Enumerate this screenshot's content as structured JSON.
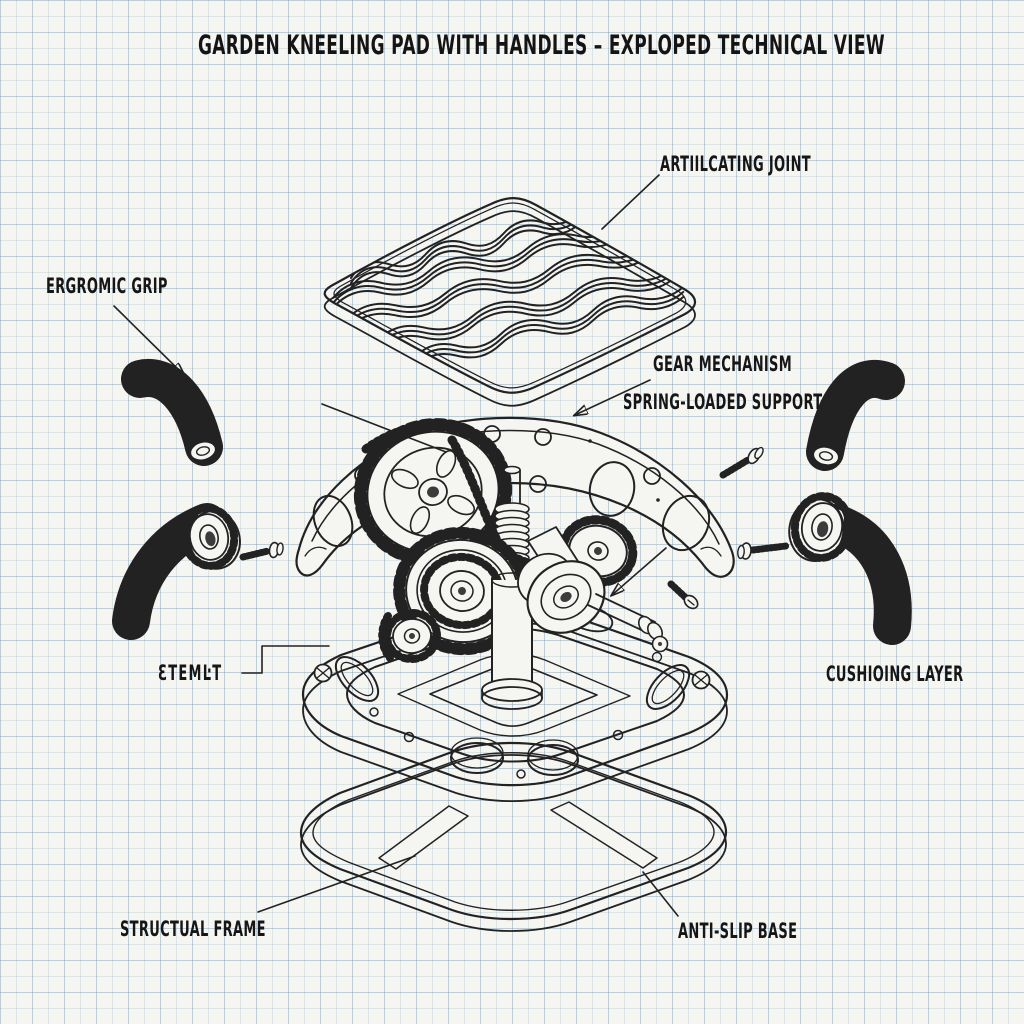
{
  "title": "GARDEN KNEELING PAD WITH HANDLES – EXPLOPED TECHNICAL VIEW",
  "labels": {
    "articulating_joint": "ARTIILCATING JOINT",
    "ergonomic_grip": "ERGROMIC GRIP",
    "gear_mechanism": "GEAR MECHANISM",
    "spring_loaded_support": "SPRING-LOADED SUPPORT",
    "etemat": "ƐTEMĿT",
    "cushioning_layer": "CUSHIOING LAYER",
    "structural_frame": "STRUCTUAL FRAME",
    "anti_slip_base": "ANTI-SLIP BASE"
  },
  "style": {
    "paper_color": "#f5f5f2",
    "grid_line_color": "#c3d3dd",
    "ink_color": "#222222"
  }
}
